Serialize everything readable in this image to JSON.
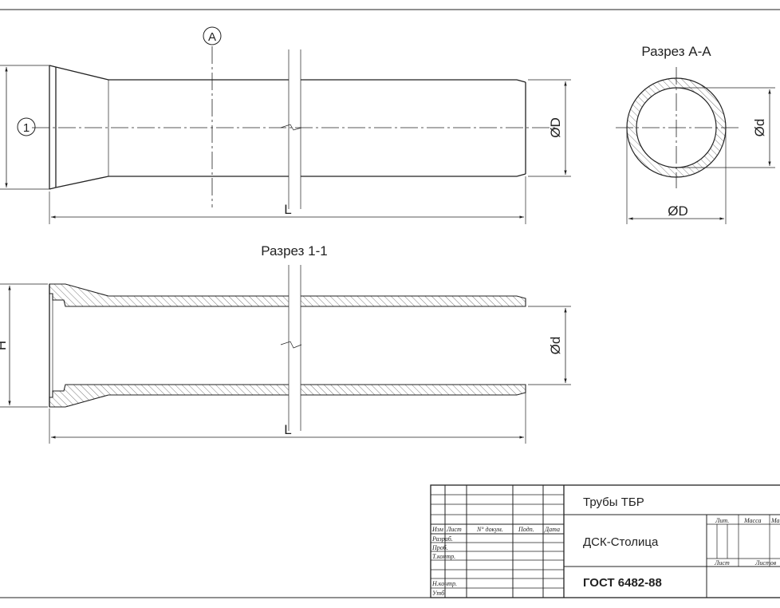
{
  "views": {
    "section_aa_title": "Разрез А-А",
    "section_11_title": "Разрез 1-1",
    "marker_a": "A",
    "marker_1": "1"
  },
  "dimensions": {
    "outer_diameter": "ØD",
    "inner_diameter": "Ød",
    "length": "L",
    "height": "H"
  },
  "title_block": {
    "product": "Трубы ТБР",
    "organization": "ДСК-Столица",
    "standard": "ГОСТ 6482-88",
    "col_izm": "Изм",
    "col_list": "Лист",
    "col_doc": "N° докум.",
    "col_sign": "Подп.",
    "col_date": "Дата",
    "row_razrab": "Разраб.",
    "row_prov": "Проб.",
    "row_tkontr": "Т.контр.",
    "row_nkontr": "Н.контр.",
    "row_utv": "Утб.",
    "lit": "Лит.",
    "mass": "Масса",
    "scale": "Ма",
    "sheet": "Лист",
    "sheets": "Листов"
  }
}
